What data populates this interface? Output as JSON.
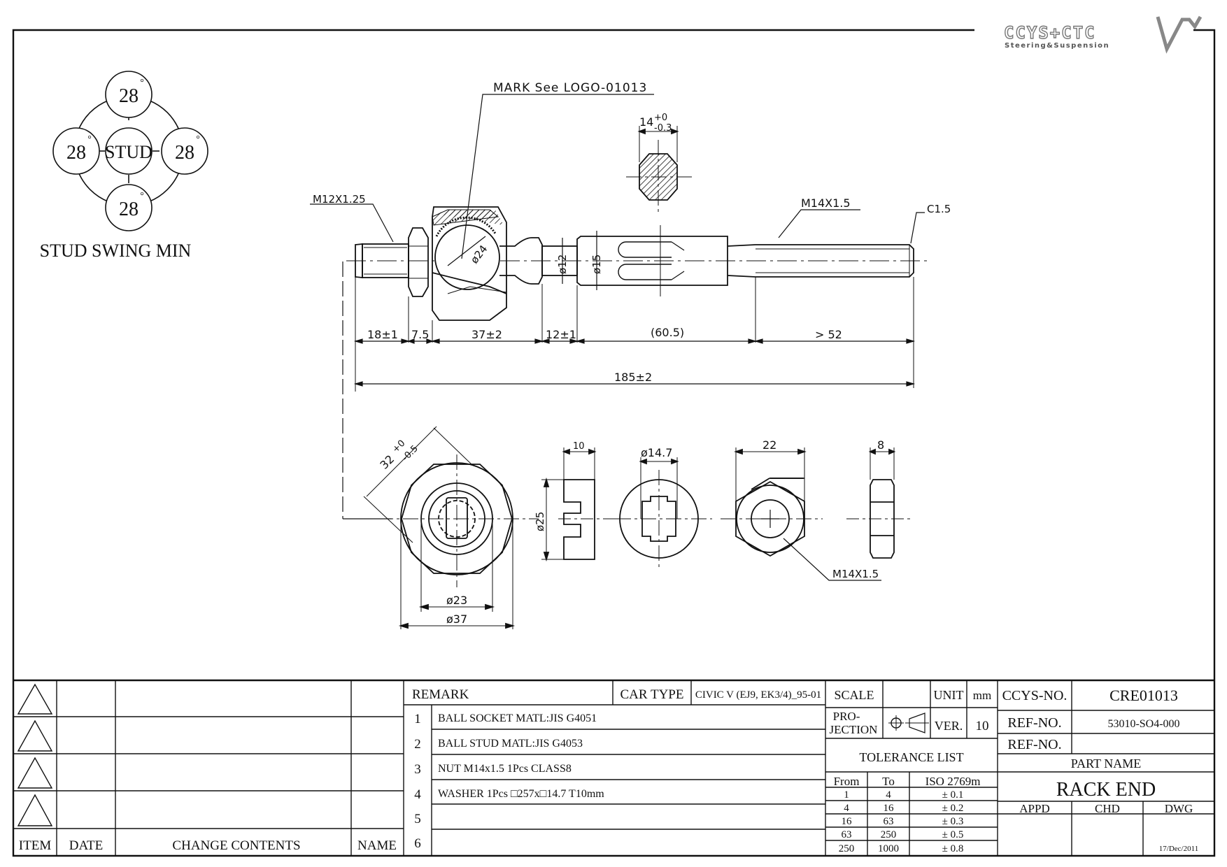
{
  "logo": {
    "brand": "CCYS+CTC",
    "tagline": "Steering&Suspension"
  },
  "swing": {
    "center": "STUD",
    "angles": [
      "28",
      "28",
      "28",
      "28"
    ],
    "degree": "°",
    "caption": "STUD SWING MIN"
  },
  "drawing": {
    "mark_note": "MARK See LOGO-01013",
    "hex_across": "14",
    "hex_tol_upper": "+0",
    "hex_tol_lower": "-0.3",
    "thread_left": "M12X1.25",
    "thread_right": "M14X1.5",
    "chamfer": "C1.5",
    "dia_ball": "ø24",
    "dia_neck": "ø12",
    "dia_shaft": "ø15",
    "dims": [
      "18±1",
      "7.5",
      "37±2",
      "12±1",
      "(60.5)",
      "> 52"
    ],
    "overall": "185±2",
    "socket_across": "32",
    "socket_tol_upper": "+0",
    "socket_tol_lower": "-0.5",
    "dia_23": "ø23",
    "dia_37": "ø37",
    "washer_thk": "10",
    "dia_25": "ø25",
    "dia_147": "ø14.7",
    "nut_width": "22",
    "nut_thk": "8",
    "nut_thread": "M14X1.5"
  },
  "title_block": {
    "rev_headers": {
      "item": "ITEM",
      "date": "DATE",
      "change": "CHANGE CONTENTS",
      "name": "NAME"
    },
    "remark_label": "REMARK",
    "car_type_label": "CAR TYPE",
    "car_type": "CIVIC V (EJ9, EK3/4)_95-01",
    "remarks": [
      {
        "no": "1",
        "text": "BALL SOCKET MATL:JIS G4051"
      },
      {
        "no": "2",
        "text": "BALL STUD MATL:JIS G4053"
      },
      {
        "no": "3",
        "text": "NUT M14x1.5 1Pcs CLASS8"
      },
      {
        "no": "4",
        "text": "WASHER 1Pcs □257x□14.7 T10mm"
      },
      {
        "no": "5",
        "text": ""
      },
      {
        "no": "6",
        "text": ""
      }
    ],
    "scale_label": "SCALE",
    "unit_label": "UNIT",
    "unit": "mm",
    "projection_1": "PRO-",
    "projection_2": "JECTION",
    "ver_label": "VER.",
    "ver": "10",
    "tolerance_title": "TOLERANCE LIST",
    "tol_headers": {
      "from": "From",
      "to": "To",
      "iso": "ISO 2769m"
    },
    "tolerances": [
      {
        "from": "1",
        "to": "4",
        "tol": "± 0.1"
      },
      {
        "from": "4",
        "to": "16",
        "tol": "± 0.2"
      },
      {
        "from": "16",
        "to": "63",
        "tol": "± 0.3"
      },
      {
        "from": "63",
        "to": "250",
        "tol": "± 0.5"
      },
      {
        "from": "250",
        "to": "1000",
        "tol": "± 0.8"
      }
    ],
    "ccys_label": "CCYS-NO.",
    "ccys_no": "CRE01013",
    "ref_label": "REF-NO.",
    "ref_no": "53010-SO4-000",
    "ref_label_2": "REF-NO.",
    "ref_no_2": "",
    "part_name_label": "PART NAME",
    "part_name": "RACK END",
    "appd": "APPD",
    "chd": "CHD",
    "dwg": "DWG",
    "date": "17/Dec/2011"
  }
}
